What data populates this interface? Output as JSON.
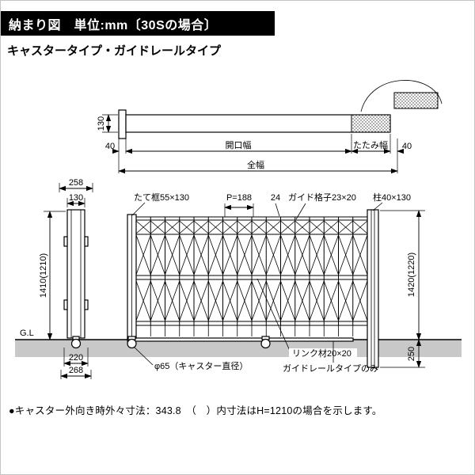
{
  "title_bar": {
    "text": "納まり図　単位:mm〔30Sの場合〕"
  },
  "subtitle": "キャスタータイプ・ガイドレールタイプ",
  "plan_view": {
    "dim_bar_height": "130",
    "dim_margin_left": "40",
    "dim_opening": "開口幅",
    "dim_fold_width": "たたみ幅",
    "dim_margin_right": "40",
    "dim_total_width": "全幅"
  },
  "side_view": {
    "dim_depth_outer": "258",
    "dim_depth_post": "130",
    "dim_height": "1410(1210)",
    "ground_label": "G.L",
    "dim_base_inner": "220",
    "dim_base_outer": "268"
  },
  "front_view": {
    "label_stile": "たて框55×130",
    "label_pitch": "P=188",
    "label_24": "24",
    "label_lattice": "ガイド格子23×20",
    "label_post": "柱40×130",
    "dim_height": "1420(1220)",
    "dim_embed": "250",
    "label_link": "リンク材20×20",
    "label_caster_dia": "φ65（キャスター直径）",
    "label_guiderail_only": "ガイドレールタイプのみ"
  },
  "footnote": "●キャスター外向き時外々寸法：343.8　（　）内寸法はH=1210の場合を示します。",
  "colors": {
    "title_bg": "#000000",
    "title_fg": "#ffffff",
    "ground_fill": "#c8c8c8",
    "line": "#000000"
  }
}
